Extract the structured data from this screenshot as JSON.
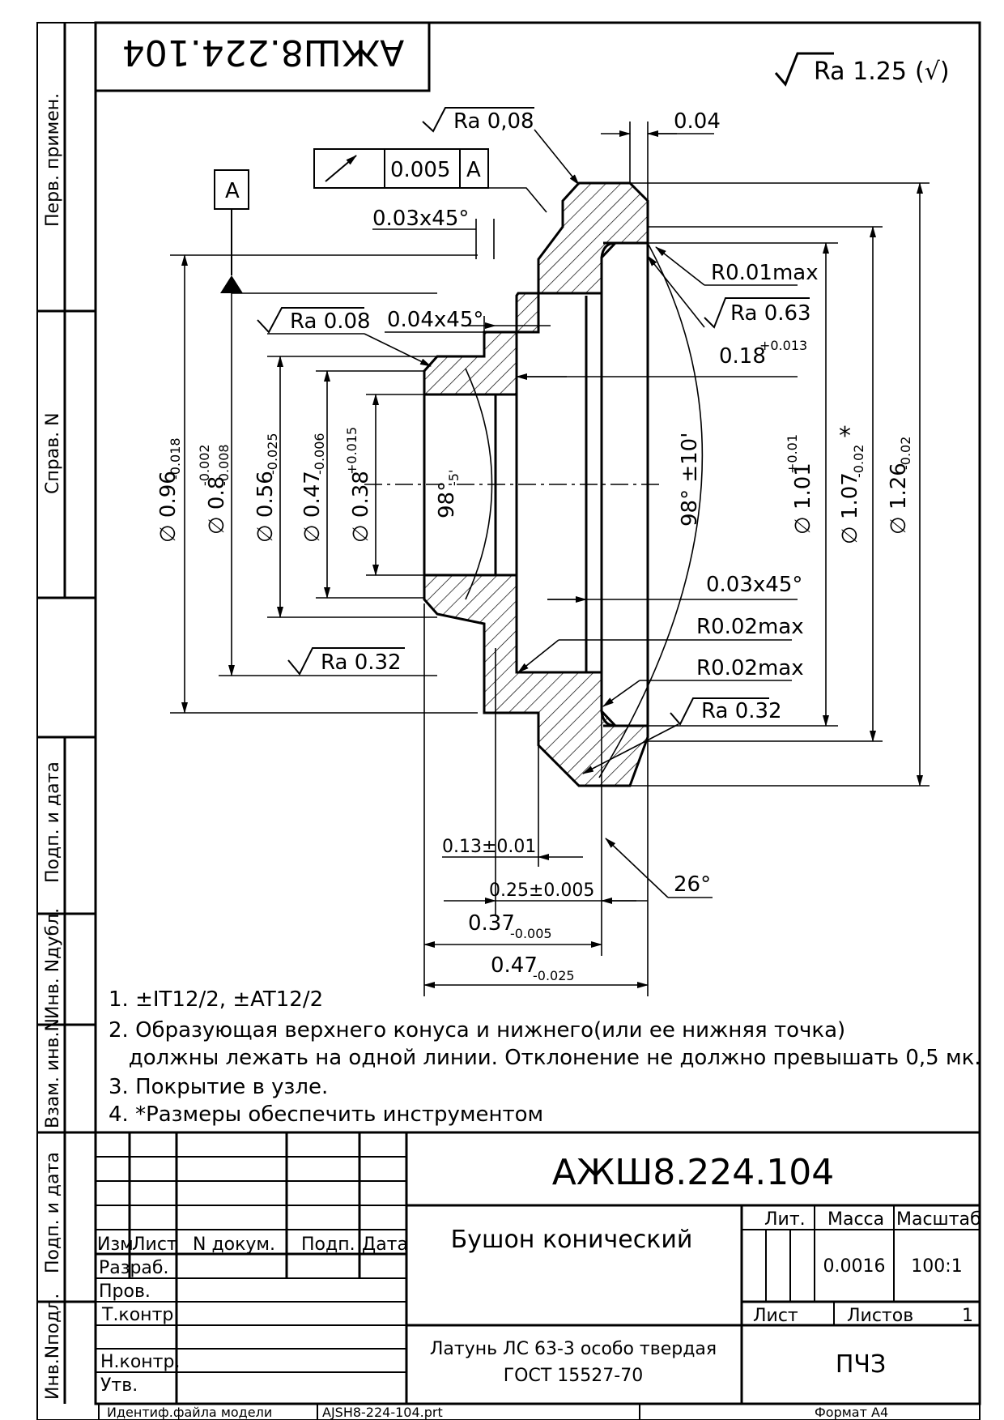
{
  "drawing": {
    "designation": "АЖШ8.224.104",
    "designation_rotated": "АЖШ8.224.104",
    "general_roughness": "Ra 1.25",
    "general_roughness_mark": "(√)"
  },
  "side_strip": {
    "perv_primen": "Перв. примен.",
    "sprav_n": "Справ. N",
    "podp_data_1": "Подп. и дата",
    "inv_dubl": "Инв. Nдубл.",
    "vzam_inv": "Взам. инв.N",
    "podp_data_2": "Подп. и дата",
    "inv_podl": "Инв.Nподл."
  },
  "datum": {
    "letter": "A"
  },
  "feature_control": {
    "symbol": "↗",
    "tolerance": "0.005",
    "datum": "A"
  },
  "annotations": {
    "ra_008_top": "Ra 0,08",
    "ra_008_left": "Ra 0.08",
    "ra_032_left": "Ra 0.32",
    "ra_032_right": "Ra 0.32",
    "ra_063": "Ra 0.63",
    "dim_004": "0.04",
    "chamfer_003_top": "0.03x45°",
    "chamfer_004": "0.04x45°",
    "chamfer_003_mid": "0.03x45°",
    "r001": "R0.01max",
    "r002_a": "R0.02max",
    "r002_b": "R0.02max",
    "dim_018": "0.18",
    "dim_018_tol": "+0.013",
    "angle_left": "98°",
    "angle_left_tol": "-5'",
    "angle_right": "98° ±10'",
    "angle_26": "26°",
    "d096": "∅ 0.96",
    "d096_tol": "-0.018",
    "d08": "∅ 0.8",
    "d08_tol_up": "-0.002",
    "d08_tol_lo": "-0.008",
    "d056": "∅ 0.56",
    "d056_tol": "-0.025",
    "d047": "∅ 0.47",
    "d047_tol": "-0.006",
    "d038": "∅ 0.38",
    "d038_tol": "+0.015",
    "d101": "∅ 1.01",
    "d101_tol": "+0.01",
    "d107": "∅ 1.07",
    "d107_tol": "-0.02",
    "d107_star": "*",
    "d126": "∅ 1.26",
    "d126_tol": "-0.02",
    "len_013": "0.13±0.01",
    "len_025": "0.25±0.005",
    "len_037": "0.37",
    "len_037_tol": "-0.005",
    "len_047": "0.47",
    "len_047_tol": "-0.025"
  },
  "notes": [
    "1. ±IT12/2, ±AT12/2",
    "2. Образующая верхнего конуса и нижнего(или ее нижняя точка)",
    "   должны лежать на одной линии. Отклонение не должно превышать 0,5 мк.",
    "3. Покрытие в узле.",
    "4. *Размеры обеспечить инструментом"
  ],
  "title_block": {
    "designation": "АЖШ8.224.104",
    "name": "Бушон конический",
    "material_line1": "Латунь ЛС 63-3 особо твердая",
    "material_line2": "ГОСТ 15527-70",
    "lit_label": "Лит.",
    "mass_label": "Масса",
    "scale_label": "Масштаб",
    "mass": "0.0016",
    "scale": "100:1",
    "sheet_label": "Лист",
    "sheets_label": "Листов",
    "sheets_count": "1",
    "organization": "ПЧЗ",
    "col_izm": "Изм",
    "col_list": "Лист",
    "col_doc": "N докум.",
    "col_podp": "Подп.",
    "col_data": "Дата",
    "row_razrab": "Разраб.",
    "row_prov": "Пров.",
    "row_tkontr": "Т.контр.",
    "row_nkontr": "Н.контр.",
    "row_utv": "Утв."
  },
  "footer": {
    "file_label": "Идентиф.файла модели",
    "file_name": "AJSH8-224-104.prt",
    "format": "Формат А4"
  }
}
